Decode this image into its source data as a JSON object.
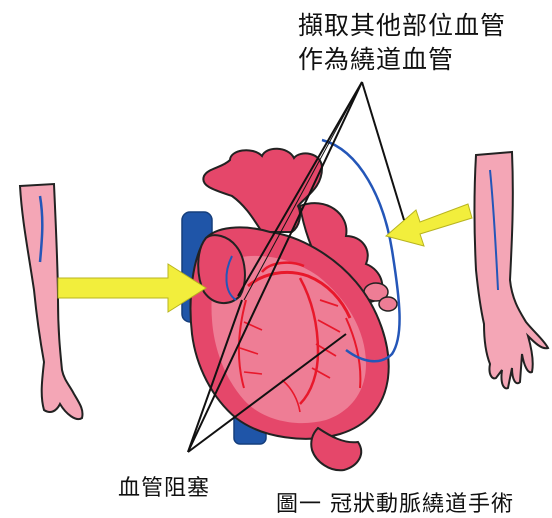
{
  "labels": {
    "harvest_line1": "擷取其他部位血管",
    "harvest_line2": "作為繞道血管",
    "blockage": "血管阻塞",
    "caption": "圖一 冠狀動脈繞道手術"
  },
  "colors": {
    "skin": "#f4a6b6",
    "skin_outline": "#222222",
    "heart": "#e5476a",
    "heart_light": "#ee7d95",
    "heart_outline": "#222222",
    "vessel_red": "#e8182b",
    "vein_blue": "#2456b8",
    "vena_cava_blue": "#1f55a8",
    "arrow_yellow": "#f2ee3c",
    "pointer_line": "#111111"
  },
  "icons": [
    "left-arm-illustration",
    "right-arm-illustration",
    "heart-illustration",
    "yellow-arrow"
  ]
}
